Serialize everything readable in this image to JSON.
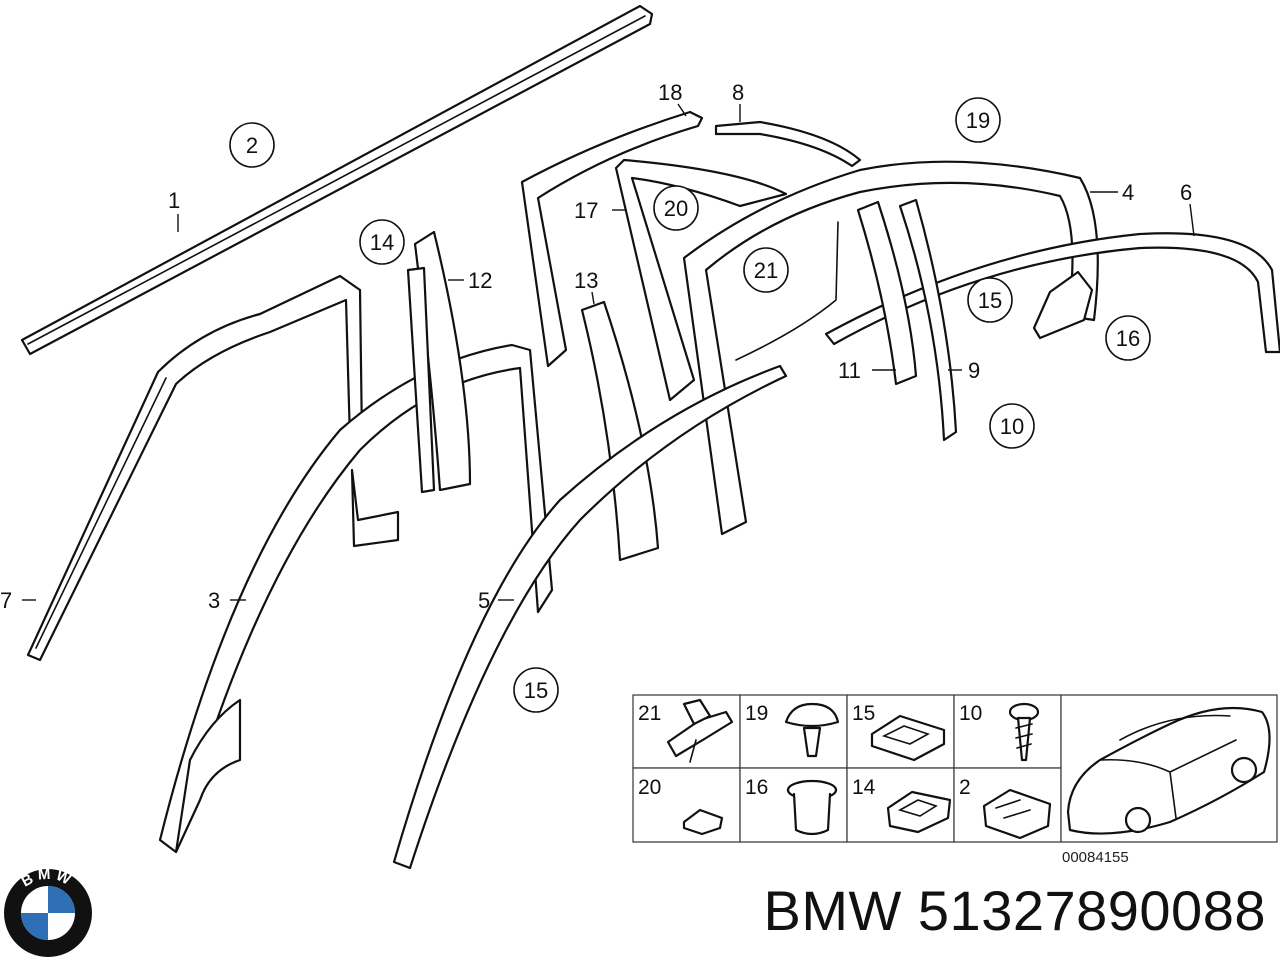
{
  "diagram": {
    "callouts": {
      "c1": "1",
      "c2": "2",
      "c3": "3",
      "c4": "4",
      "c5": "5",
      "c6": "6",
      "c7": "7",
      "c8": "8",
      "c9": "9",
      "c10": "10",
      "c11": "11",
      "c12": "12",
      "c13": "13",
      "c14": "14",
      "c15a": "15",
      "c15b": "15",
      "c16": "16",
      "c17": "17",
      "c18": "18",
      "c19": "19",
      "c20": "20",
      "c21": "21"
    },
    "inset_labels": [
      "21",
      "19",
      "15",
      "10",
      "20",
      "16",
      "14",
      "2"
    ],
    "catalog_number": "00084155"
  },
  "brand": {
    "logo_text": "BMW",
    "caption": "BMW 51327890088",
    "logo_colors": {
      "ring": "#111111",
      "blue": "#2f6fb5",
      "white": "#ffffff"
    }
  }
}
